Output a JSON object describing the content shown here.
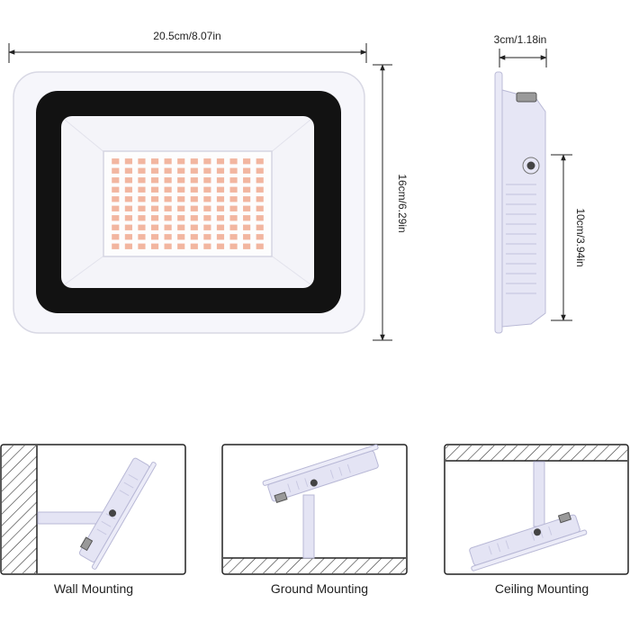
{
  "dimensions": {
    "width": "20.5cm/8.07in",
    "height": "16cm/6.29in",
    "depth": "3cm/1.18in",
    "bracket": "10cm/3.94in"
  },
  "led_grid": {
    "rows": 10,
    "cols": 12,
    "color": "#f2b6a0"
  },
  "colors": {
    "frame_black": "#121212",
    "housing": "#f6f6fb",
    "bracket": "#e4e4f4",
    "bracket_edge": "#b8b8d6"
  },
  "mounting": [
    {
      "id": "wall",
      "label": "Wall Mounting"
    },
    {
      "id": "ground",
      "label": "Ground Mounting"
    },
    {
      "id": "ceiling",
      "label": "Ceiling Mounting"
    }
  ]
}
